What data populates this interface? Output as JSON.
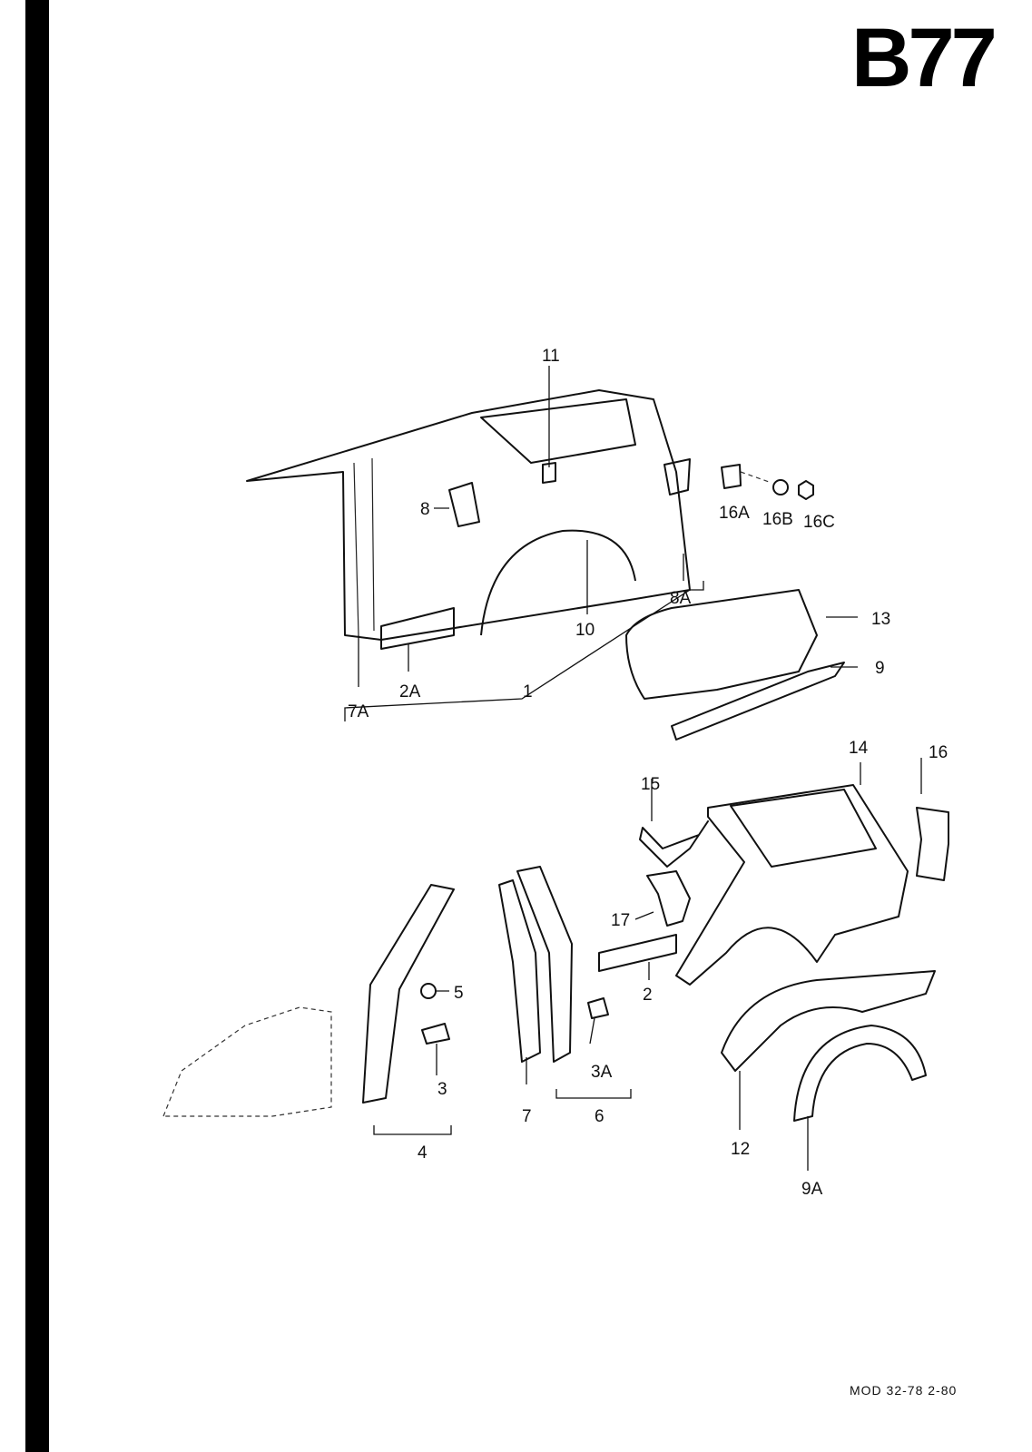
{
  "page_code": "B77",
  "footer": "MOD 32-78  2-80",
  "labels": {
    "l11": "11",
    "l8": "8",
    "l16A": "16A",
    "l16B": "16B",
    "l16C": "16C",
    "l8A": "8A",
    "l10": "10",
    "l13": "13",
    "l9": "9",
    "l7A": "7A",
    "l2A": "2A",
    "l1": "1",
    "l14": "14",
    "l16": "16",
    "l15": "15",
    "l17": "17",
    "l5": "5",
    "l2": "2",
    "l3": "3",
    "l3A": "3A",
    "l7": "7",
    "l6": "6",
    "l4": "4",
    "l12": "12",
    "l9A": "9A"
  }
}
